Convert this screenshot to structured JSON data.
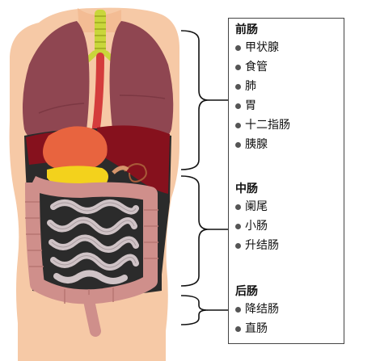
{
  "legend": {
    "groups": [
      {
        "title": "前肠",
        "items": [
          "甲状腺",
          "食管",
          "肺",
          "胃",
          "十二指肠",
          "胰腺"
        ]
      },
      {
        "title": "中肠",
        "items": [
          "阑尾",
          "小肠",
          "升结肠"
        ]
      },
      {
        "title": "后肠",
        "items": [
          "降结肠",
          "直肠"
        ]
      }
    ]
  },
  "colors": {
    "skin": "#f6c9a6",
    "lungs": "#8f4651",
    "liver": "#86111d",
    "stomach": "#e8643f",
    "gallbladder": "#f3d21c",
    "intestine_small": "#cfc3c6",
    "colon": "#cf8f8b",
    "esophagus": "#d43c3c",
    "trachea": "#c9d63b",
    "bracket": "#111111"
  },
  "icons": {
    "bullet": "bullet-dot-icon",
    "bracket": "curly-brace-icon"
  }
}
